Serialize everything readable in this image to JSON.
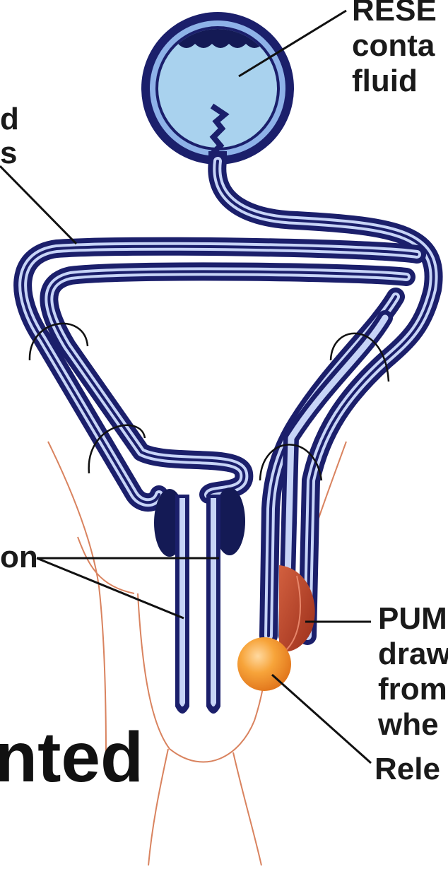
{
  "labels": {
    "reservoir": {
      "l1": "RESE",
      "l2": "conta",
      "l3": "fluid"
    },
    "tubes": {
      "l1": "d",
      "l2": "s"
    },
    "cylinders": {
      "l1": "on"
    },
    "pump": {
      "l1": "PUM",
      "l2": "draw",
      "l3": "from",
      "l4": "whe"
    },
    "release": {
      "l1": "Rele"
    },
    "state": {
      "l1": "nted"
    }
  },
  "colors": {
    "tube_navy": "#1b1f6b",
    "reservoir_fluid": "#a9d2ee",
    "pump": "#b8412a",
    "release_valve": "#f29a2e",
    "body_outline": "#d9835f"
  }
}
